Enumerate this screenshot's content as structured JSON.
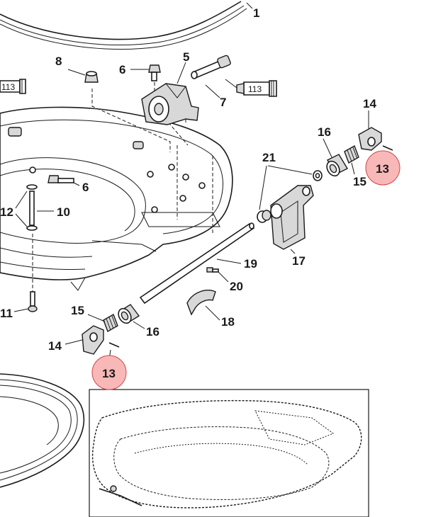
{
  "labels": {
    "l1": "1",
    "l5": "5",
    "l6a": "6",
    "l6b": "6",
    "l7": "7",
    "l8": "8",
    "l10": "10",
    "l11": "11",
    "l12": "12",
    "l13a": "13",
    "l13b": "13",
    "l14a": "14",
    "l14b": "14",
    "l15a": "15",
    "l15b": "15",
    "l16a": "16",
    "l16b": "16",
    "l17": "17",
    "l18": "18",
    "l19": "19",
    "l20": "20",
    "l21": "21"
  },
  "tubes": {
    "left": "113",
    "right": "113"
  },
  "colors": {
    "badge_fill": "#f8b8b8",
    "badge_stroke": "#d04848",
    "line": "#1a1a1a"
  }
}
